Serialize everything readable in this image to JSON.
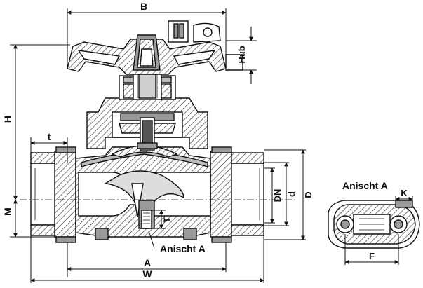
{
  "labels": {
    "B": "B",
    "Hub": "Hub",
    "H": "H",
    "t": "t",
    "M": "M",
    "DN": "DN",
    "d": "d",
    "D": "D",
    "T": "T",
    "Anischt_A": "Anischt A",
    "A": "A",
    "W": "W",
    "K": "K",
    "F": "F"
  },
  "colors": {
    "line": "#111111",
    "hatch": "#333333",
    "fill_dark": "#555555",
    "fill_mid": "#9a9a9a",
    "fill_light": "#cfcfcf"
  }
}
